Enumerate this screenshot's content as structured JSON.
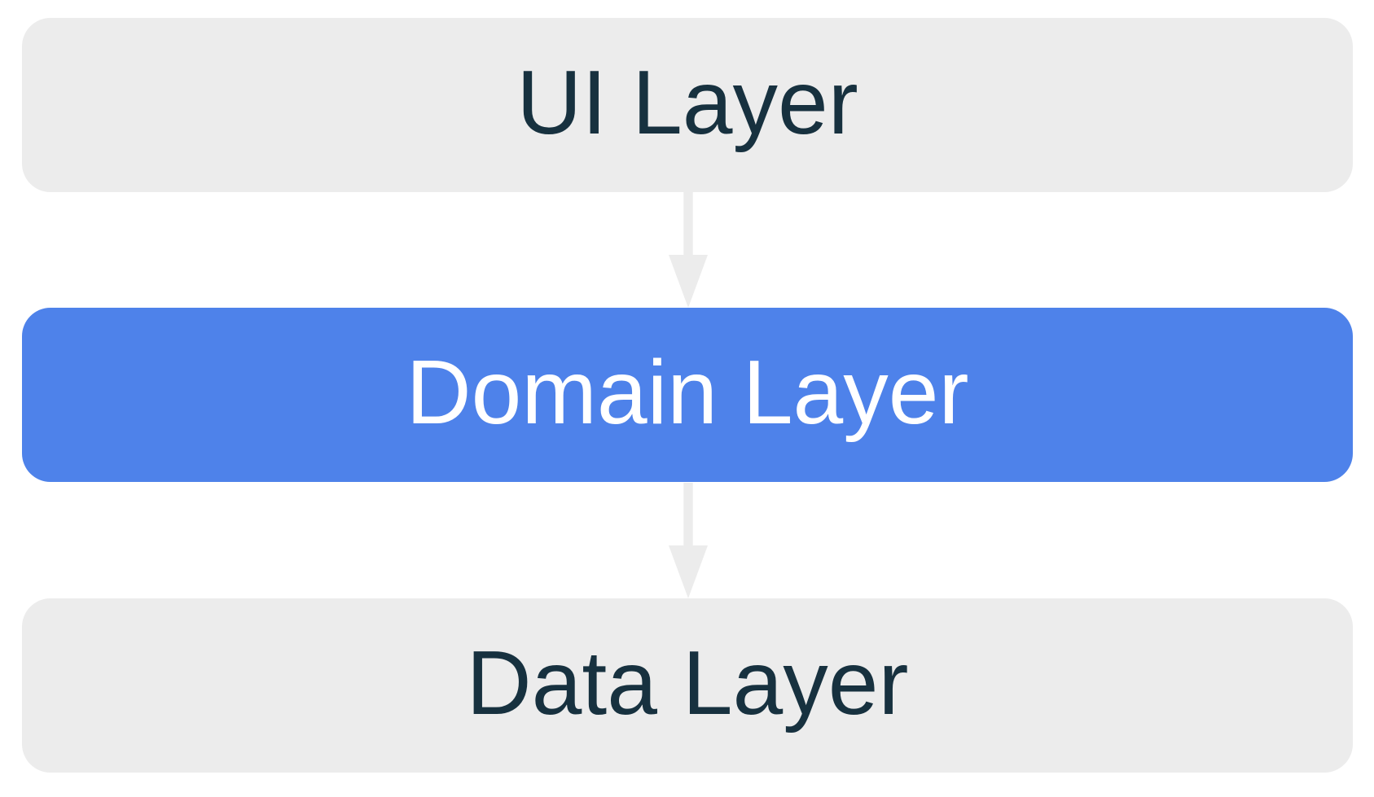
{
  "diagram": {
    "layers": [
      {
        "id": "ui-layer",
        "label": "UI Layer",
        "style": "muted"
      },
      {
        "id": "domain-layer",
        "label": "Domain Layer",
        "style": "accent"
      },
      {
        "id": "data-layer",
        "label": "Data Layer",
        "style": "muted"
      }
    ],
    "arrows": [
      {
        "from": "UI Layer",
        "to": "Domain Layer",
        "direction": "down"
      },
      {
        "from": "Domain Layer",
        "to": "Data Layer",
        "direction": "down"
      }
    ]
  },
  "colors": {
    "background": "#ffffff",
    "layer_muted_bg": "#ececec",
    "layer_accent_bg": "#4e82ea",
    "layer_muted_text": "#17313f",
    "layer_accent_text": "#ffffff",
    "arrow": "#ececec"
  }
}
